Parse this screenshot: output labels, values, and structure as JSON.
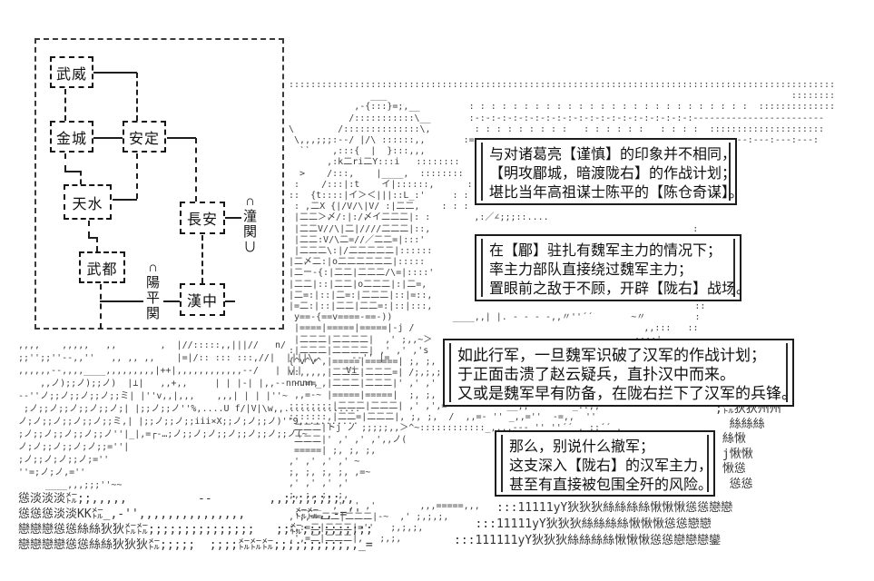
{
  "palette": {
    "ink": "#1c1c1c",
    "art_gray": "#3d3d3d",
    "background": "#ffffff"
  },
  "diagram": {
    "nodes": [
      {
        "id": "wuwei",
        "label": "武威"
      },
      {
        "id": "jincheng",
        "label": "金城"
      },
      {
        "id": "anding",
        "label": "安定"
      },
      {
        "id": "tianshui",
        "label": "天水"
      },
      {
        "id": "wudu",
        "label": "武都"
      },
      {
        "id": "changan",
        "label": "長安"
      },
      {
        "id": "hanzhong",
        "label": "漢中"
      }
    ],
    "passes": [
      {
        "id": "tongguan",
        "label": "∩潼関∪"
      },
      {
        "id": "yangpingguan",
        "label": "∩陽平関"
      }
    ]
  },
  "dialogs": [
    {
      "lines": [
        "与对诸葛亮【谨慎】的印象并不相同，",
        "【明攻郿城，暗渡陇右】的作战计划；",
        "堪比当年高祖谋士陈平的【陈仓奇谋】。"
      ]
    },
    {
      "lines": [
        "在【郿】驻扎有魏军主力的情况下；",
        "率主力部队直接绕过魏军主力；",
        "置眼前之敌于不顾，开辟【陇右】战场。"
      ]
    },
    {
      "lines": [
        "如此行军，一旦魏军识破了汉军的作战计划；",
        "于正面击溃了赵云疑兵，直扑汉中而来。",
        "又或是魏军早有防备，在陇右拦下了汉军的兵锋。"
      ]
    },
    {
      "lines": [
        "那么，别说什么撤军；",
        "这支深入【陇右】的汉军主力，",
        "甚至有直接被包围全歼的风险。"
      ]
    }
  ],
  "ascii_art": {
    "mountain": [
      "::::::::::::::::::::::::::::::::::::::::::::::::::::::::::::::::::::::::::::::::::::::::::::::::::::",
      "               ___                                                                          ::::::::",
      "            ,-{:::}=;,__         : : : : : : : : : : : : : : : : : : : : : : : : : :  ::::::::::::::",
      "           /:::::::::::\\__       :-:-:-:-:-:-:-:-:-:-:-:-:-:-:-:-:-:-:-:-:------------------------",
      "\\        /::::::::::::::\\,        : : : : : : : : :   : : : : : :   : : : :  :::::::::::::::::::::",
      " \\,,,;;;:--/ |/\\ ::::::,,       :=:=:=:=:=:=:=:=:=:   :=:=:=:=:     :---:---:---:---:---:---:---:",
      "  ``    ,:::{  |  }:::,,,",
      "       ,:k二ri二Y:::i   ::::::::",
      "  >    /:::,    |____,  ::::::::",
      " :    /:::|:t    イ|::::::,      : : : : : :",
      "::  {t::::|イ＞＜|||::L_:'     : : : : : :",
      " : ,二X {|/V/\\|V/ :|二二,    : : :",
      " |二二＞〆/:|:/〆イ二二二|: :        ,:／∠;;;::....",
      " |二二V//\\|二|////二二二|::,                                                :",
      " |二二:V/\\二=//／二二=|:::'                                                : :",
      " |二二二\\:|/二二二二二|::::::                                              :",
      "|二〆二:|o二二二二二二|:::::                                                ::",
      "|二ー-{:|二二|二二二/\\=|::::'                                              :",
      "|二二|::|二二|o二二二|:|二=,                                                : :",
      "|二=:|::|二=:|二二二|::|=::,                                                 :",
      "|=二:|::|二二|二二=:|::|:::,                                                ::",
      " y==-{==v====-==-))           ____,,| |. - - - -,,〃''´´       ~〃         :",
      " |====|=====|=====|-j /                                          ,,:::   ::",
      " |二二二|二二二二|  ,' ;,,~＞                                     ::::'",
      ":|二二二|二二二二| ,' ,' ,'s                                      ::::",
      "{^v^v^,|=====|======| ;, ;, ,,＞",
      "v:,,,,,|二二二|二二二=| /;,;,;,~",
      " -.==_,|二二二|二二二|' ,' ,' ,'-==--",
      " ,,=-~ |=====|=====|  ;, ;, ;,    -==-_",
      ";;;;;;;;|二二二|二二二| ,' ,',=~'         __,,        _::;;~",
      ":::::::,|二二=|二二二|, ;, ;,  /  ,,=- '' _,,=''  -=,,  ''",
      " 二二二|トj ノ ;;;;;,,＞^~::::::::::::_,,,,--- '' ''´´ , ::´´ .",
      " 二二二|' ,' ,' ,',,ノ(",
      " =====| ;, ;, ;,",
      ",' ,' ,' ,' ~",
      ";, ;, ;, ;, ,=~",
      ",' ,' ,' ,'",
      ";, ;, ;, ;,",
      "  ____  ,' ,' ,'        ,,,=====,,,",
      ",';,==二二|二二二|-~  ,' ;,;,;,",
      ";,:=二|二二二|=''   ;,;,;,",
      ",',=二|二二二|,   ;,;,",
      "",
      "",
      ""
    ],
    "left_field": [
      ",,,,    ,,,,,   ,,        ,  |//:::::,,|||//   n/",
      ";;'';;''--,,''   ,, ,, ,,    |=|/:: ::: :::,//|  ||||\\,      --'' |=",
      ",,,,,,--,,,,____,,,,,,,,,|++|,,,,,,,,,,,,--/   | |||        Vi",
      "    ,,ノ);;ノ);;ノ)  |⊥|   ,,+,,     | | |-| |,,--nnnnn,",
      "-‐''ノ;;ノ;;ノ;;ノ;;ミ| |''v,,|,,,    ,,,| | | |''~",
      " ;ノ;;ノ;;ノ;;ノ;;ノ;| |;;ノ;;ノ''%,....U f/|V|\\w,,..............",
      "ノ;ノ;;ノ;;ノ;;ノ;;ミ,| |;;ノ;;ノ;;iii×X;;ノ;ノ;;ノ)''9,..........",
      ";ノ;;ノ;;ノ;;ノ;;ノ''|_|,=┌-…;ノ;;ノ;ノ;;ノ;;ノ;;ノ;;ノ(~",
      "ノ;ノ;;ノ;;ノ;ノ;;=''|",
      ";ノ;;ノ;ノ;;ノ;=''",
      "''=;ノ;ノ,=''",
      "     ____,,,;;;''~~"
    ],
    "bottom_left": [
      "慫淡淡淡㍍;;,,,,,          --        ,,;;;;;;;;,,",
      "慫慫慫淡淡KK㍍_,-'',,,,,,,,,,,,,,,       ㍍㍍,,-=''",
      "戀戀戀慫慫絲絲狄狄㍍㍍;;;;;;;;;;;;;;;   ;;㍍;;;;;;;;;;",
      "戀戀戀戀慫慫絲絲狄狄狄㍍;;;;;  ;;;;㍍㍍㍍;;;;;;;;;;,,_="
    ],
    "bottom_right": [
      "      :::11111yY狄狄狄絲絲絲絲愀愀愀慫慫戀戀",
      "   :::11111yY狄狄狄絲絲絲絲愀愀愀慫慫戀戀",
      ":::111111yY狄狄狄絲絲絲絲愀愀愀慫慫戀戀戀鑾"
    ],
    "right_column": [
      ";㍍狄狄州州",
      "  絲絲絲",
      " 絲愀",
      " j愀愀",
      " 愀慫",
      "  慫慫"
    ]
  }
}
